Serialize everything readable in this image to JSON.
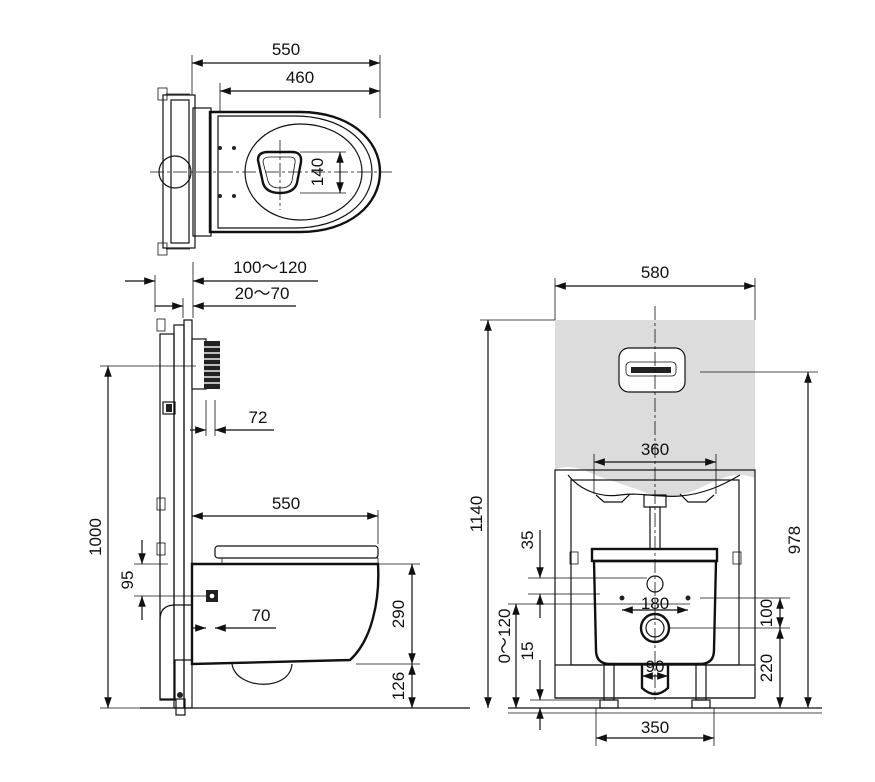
{
  "dimensions": {
    "top_overall_width": "550",
    "top_bowl_length": "460",
    "top_opening_width": "140",
    "side_offset_range_outer": "100～120",
    "side_offset_range_inner": "20～70",
    "side_flush_depth": "72",
    "side_bowl_length": "550",
    "side_height_total": "1000",
    "side_inlet_height": "95",
    "side_drain_offset": "70",
    "side_rim_height": "290",
    "side_bottom_height": "126",
    "front_width": "580",
    "front_height_total": "1140",
    "front_support_spacing": "360",
    "front_gap": "35",
    "front_adjust_range": "0～120",
    "front_small_gap": "15",
    "front_bolt_spacing": "180",
    "front_outlet_gap": "100",
    "front_outlet_width": "90",
    "front_outlet_height": "220",
    "front_button_height": "978",
    "front_foot_spacing": "350"
  }
}
